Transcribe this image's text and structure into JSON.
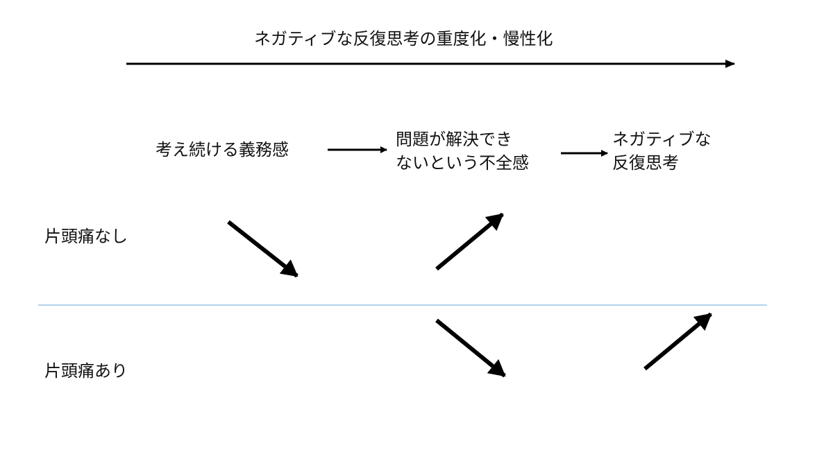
{
  "title": "ネガティブな反復思考の重度化・慢性化",
  "stages": [
    {
      "lines": [
        "考え続ける義務感"
      ]
    },
    {
      "lines": [
        "問題が解決でき",
        "ないという不全感"
      ]
    },
    {
      "lines": [
        "ネガティブな",
        "反復思考"
      ]
    }
  ],
  "groups": [
    {
      "label": "片頭痛なし",
      "directions": [
        "down",
        "up"
      ]
    },
    {
      "label": "片頭痛あり",
      "directions": [
        "down",
        "up"
      ]
    }
  ],
  "colors": {
    "text": "#111111",
    "arrow": "#000000",
    "divider": "#9cc3ea"
  }
}
